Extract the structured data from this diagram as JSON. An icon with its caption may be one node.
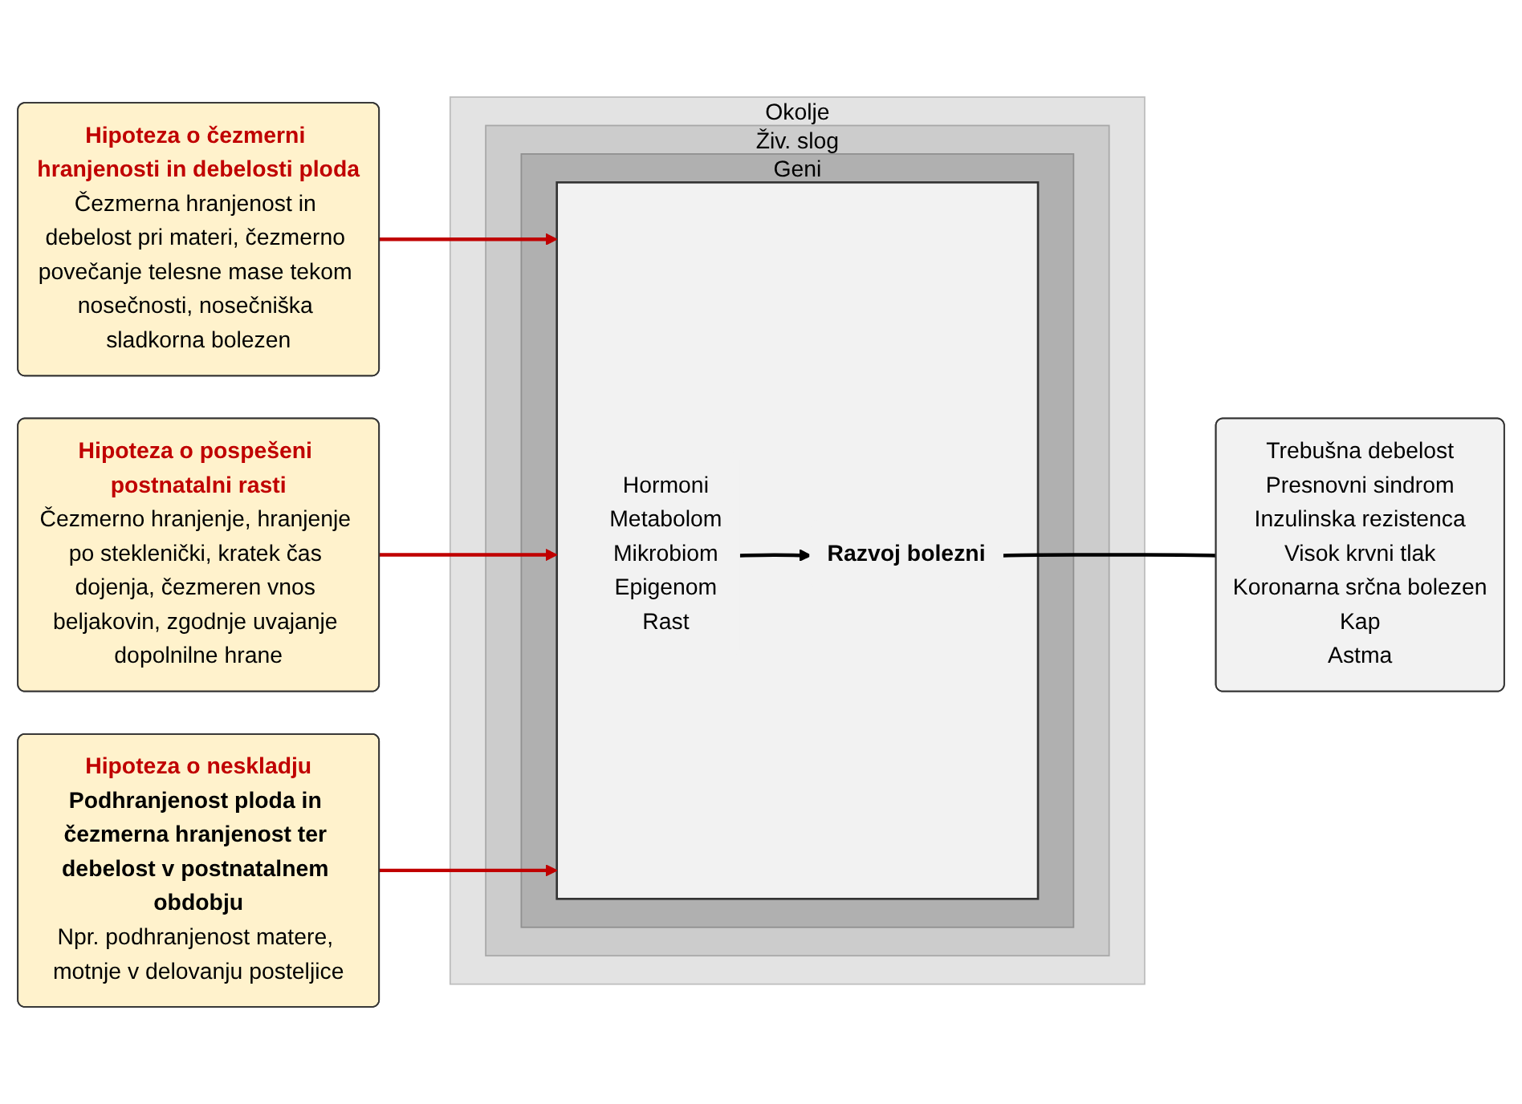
{
  "diagram": {
    "nodes": [
      {
        "text": [
          "Okolje"
        ]
      },
      {
        "text": [
          "Živ. slog"
        ],
        "in": 0
      },
      {
        "text": [
          "Geni"
        ],
        "in": 1
      },
      {
        "text": [],
        "shape": "box",
        "in": 2
      },
      {
        "text": [
          "Hormoni",
          "Metabolom",
          "Mikrobiom",
          "Epigenom",
          "Rast"
        ],
        "in": 3
      },
      {
        "text": [
          "Razvoj bolezni"
        ],
        "in": 3
      },
      {
        "text": [
          "Hipoteza o čezmerni hranjenosti in debelosti ploda",
          "Čezmerna hranjenost in debelost pri materi, čezmerno povečanje telesne mase tekom nosečnosti, nosečniška sladkorna bolezen"
        ]
      },
      {
        "text": [
          "Hipoteza o pospešeni postnatalni rasti",
          "Čezmerno hranjenje, hranjenje po steklenički, kratek čas dojenja, čezmeren vnos beljakovin, zgodnje uvajanje dopolnilne hrane"
        ]
      },
      {
        "text": [
          "Hipoteza o neskladju",
          "Podhranjenost ploda in čezmerna hranjenost ter debelost v postnatalnem obdobju",
          "Npr. podhranjenost matere, motnje v delovanju posteljice"
        ]
      },
      {
        "text": [
          "Trebušna debelost",
          "Presnovni sindrom",
          "Inzulinska rezistenca",
          "Visok krvni tlak",
          "Koronarna srčna bolezen",
          "Kap",
          "Astma"
        ]
      }
    ],
    "edges": [
      {
        "from": 4,
        "to": 5,
        "arrow": "to",
        "color": "#000000"
      },
      {
        "from": 6,
        "to": 3,
        "arrow": "to"
      },
      {
        "from": 7,
        "to": 3,
        "arrow": "to"
      },
      {
        "from": 8,
        "to": 3,
        "arrow": "to"
      },
      {
        "from": 5,
        "to": 9,
        "arrow": "none",
        "color": "#000000"
      }
    ]
  }
}
